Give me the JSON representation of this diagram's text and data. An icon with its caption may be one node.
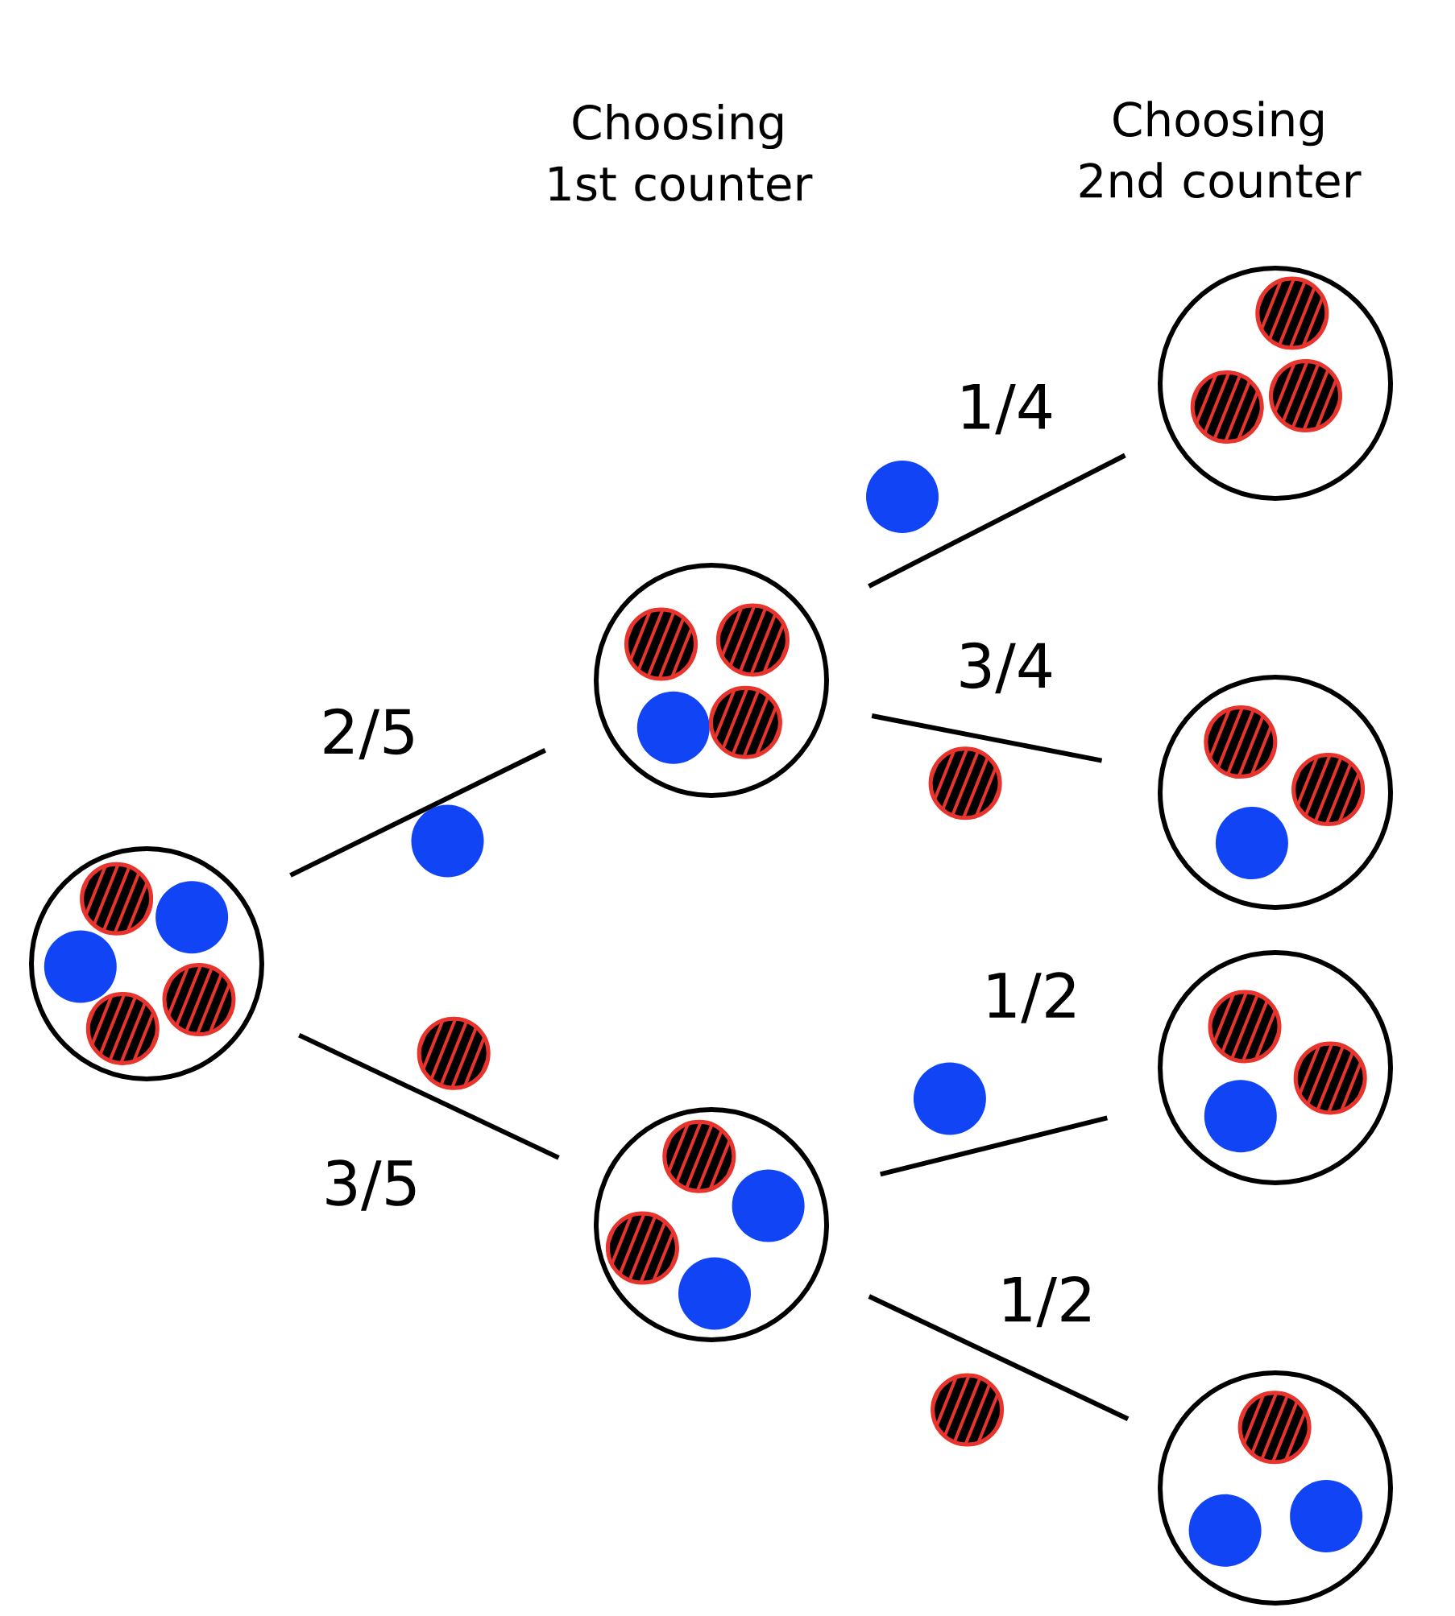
{
  "diagram": {
    "nodes": [
      {
        "text": [],
        "shape": "circle"
      },
      {
        "text": [],
        "shape": "circle"
      },
      {
        "text": [],
        "shape": "circle"
      },
      {
        "text": [],
        "shape": "circle"
      },
      {
        "text": [],
        "shape": "circle"
      },
      {
        "text": [],
        "shape": "circle"
      },
      {
        "text": [],
        "shape": "circle"
      }
    ],
    "edges": [
      {
        "from": 0,
        "to": 1,
        "arrow": "none",
        "label": "2/5"
      },
      {
        "from": 0,
        "to": 2,
        "arrow": "none",
        "label": "3/5"
      },
      {
        "from": 1,
        "to": 3,
        "arrow": "none",
        "label": "1/4"
      },
      {
        "from": 1,
        "to": 4,
        "arrow": "none",
        "label": "3/4"
      },
      {
        "from": 2,
        "to": 5,
        "arrow": "none",
        "label": "1/2"
      },
      {
        "from": 2,
        "to": 6,
        "arrow": "none",
        "label": "1/2"
      }
    ],
    "labels": [
      "Choosing 1st counter",
      "Choosing 2nd counter"
    ]
  }
}
